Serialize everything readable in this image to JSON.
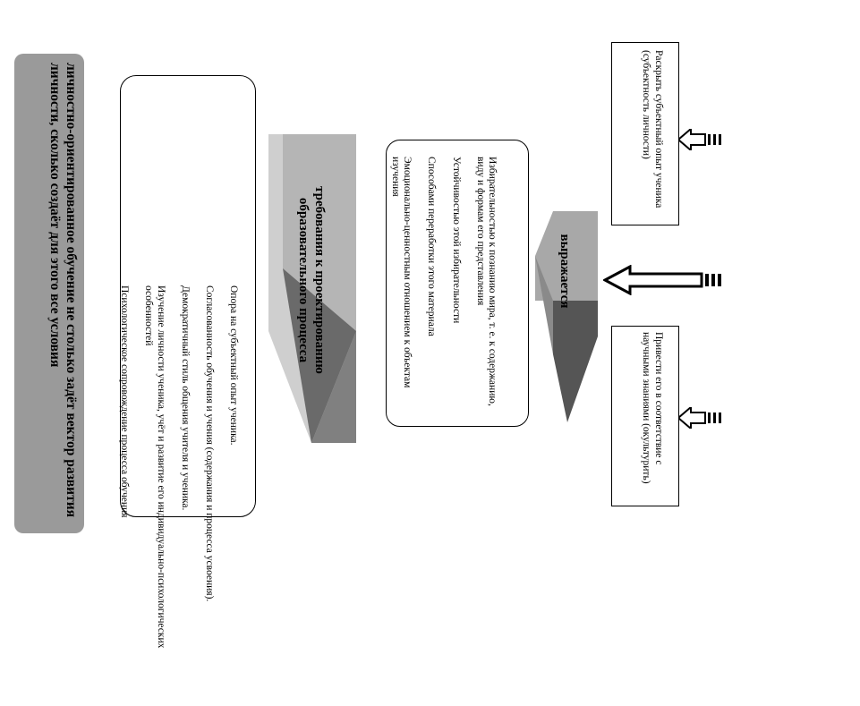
{
  "main_statement": "личностно-ориентированное обучение не столько задёт вектор развития личности, сколько создаёт для этого все условия",
  "requirements": {
    "header": "требования к проектированию образовательного процесса",
    "items": [
      "Опора на субъектный опыт ученика.",
      "Согласованность обучения и учения (содержания и процесса усвоения).",
      "Демократичный стиль общения учителя и ученика.",
      "Изучение личности ученика, учёт и развитие его индивидуально-психологических особенностей",
      "Психологическое сопровождение процесса обучения"
    ]
  },
  "manifestation": {
    "label": "выражается",
    "items": [
      "Избирательностью к познанию мира, т. е. к содержанию, виду и формам его представления",
      "Устойчивостью этой избирательности",
      "Способами переработки этого материала",
      "Эмоционально-ценностным отношением к объектам изучения"
    ]
  },
  "goals": [
    {
      "text": "Раскрыть субъектный опыт ученика (субъектность личности)"
    },
    {
      "text": "Привести его в соответствие с научными знаниями (окультурить)"
    }
  ],
  "colors": {
    "main_bar": "#9a9a9a",
    "arrow_light": "#a8a8a8",
    "arrow_dark": "#555555"
  }
}
